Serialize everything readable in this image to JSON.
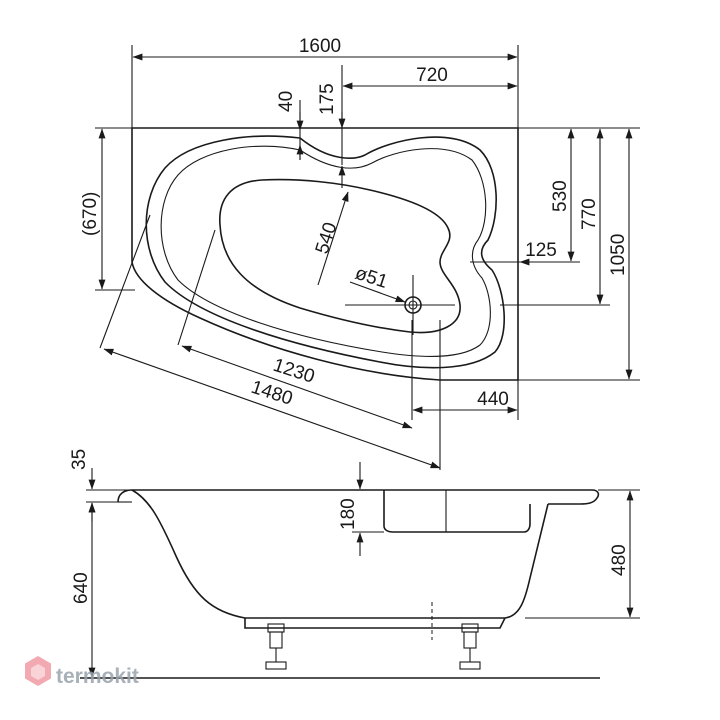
{
  "top_view": {
    "width_total": "1600",
    "offset_175": "175",
    "width_720": "720",
    "rim_40": "40",
    "depth_670": "(670)",
    "inner_540": "540",
    "drain": "ø51",
    "length_1230": "1230",
    "length_1480": "1480",
    "offset_440": "440",
    "offset_125": "125",
    "height_530": "530",
    "height_770": "770",
    "height_1050": "1050"
  },
  "side_view": {
    "rim_35": "35",
    "inner_180": "180",
    "height_640": "640",
    "height_480": "480"
  },
  "watermark": {
    "text": "termokit",
    "color": "#9aa3ad",
    "accent": "#e1475a"
  }
}
